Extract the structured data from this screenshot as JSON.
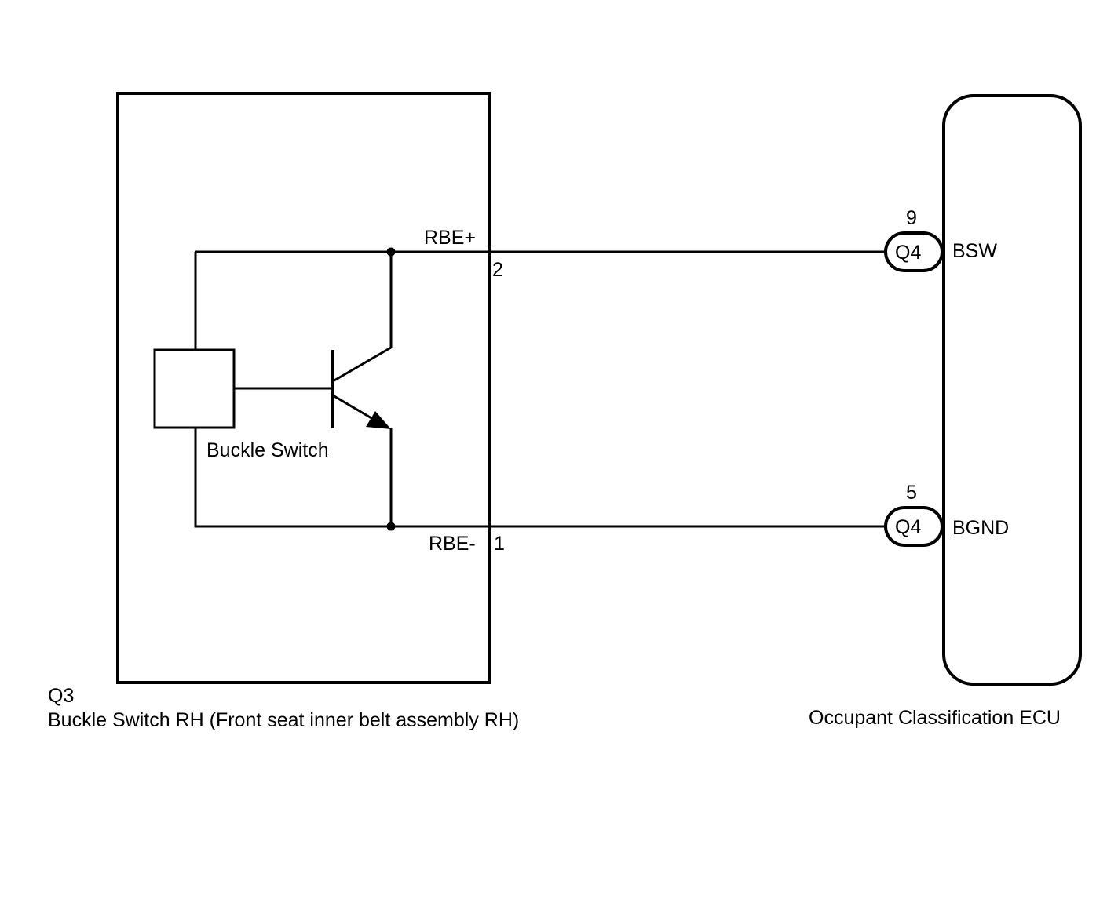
{
  "left_component": {
    "code": "Q3",
    "name": "Buckle Switch RH (Front seat inner belt assembly RH)",
    "inner_label": "Buckle Switch"
  },
  "right_component": {
    "name": "Occupant Classification ECU"
  },
  "wires": [
    {
      "left_signal": "RBE+",
      "left_pin": "2",
      "connector": "Q4",
      "right_pin": "9",
      "right_signal": "BSW"
    },
    {
      "left_signal": "RBE-",
      "left_pin": "1",
      "connector": "Q4",
      "right_pin": "5",
      "right_signal": "BGND"
    }
  ]
}
